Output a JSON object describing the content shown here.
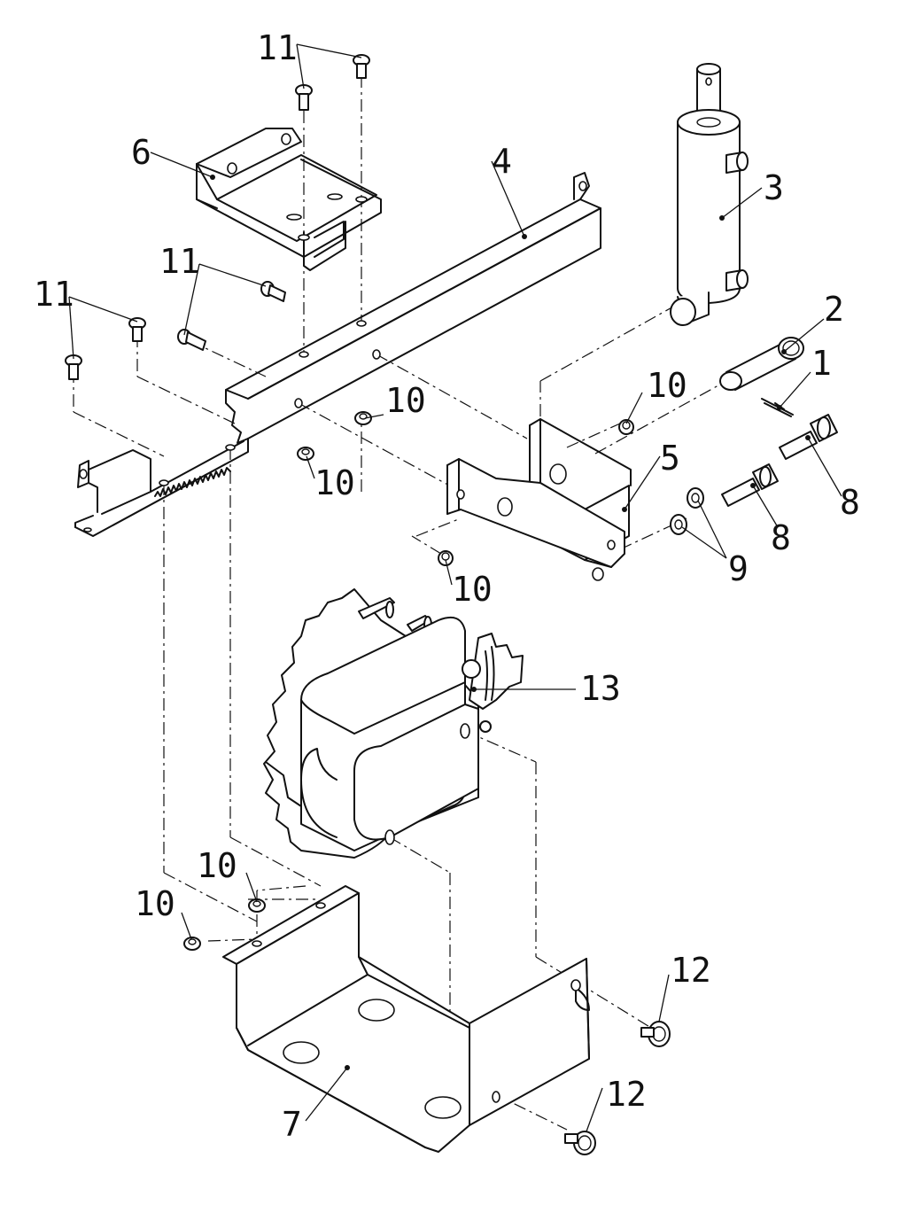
{
  "callouts": {
    "c1": "1",
    "c2": "2",
    "c3": "3",
    "c4": "4",
    "c5": "5",
    "c6": "6",
    "c7": "7",
    "c8a": "8",
    "c8b": "8",
    "c9": "9",
    "c10a": "10",
    "c10b": "10",
    "c10c": "10",
    "c10d": "10",
    "c10e": "10",
    "c10f": "10",
    "c11a": "11",
    "c11b": "11",
    "c11c": "11",
    "c12a": "12",
    "c12b": "12",
    "c13": "13"
  }
}
